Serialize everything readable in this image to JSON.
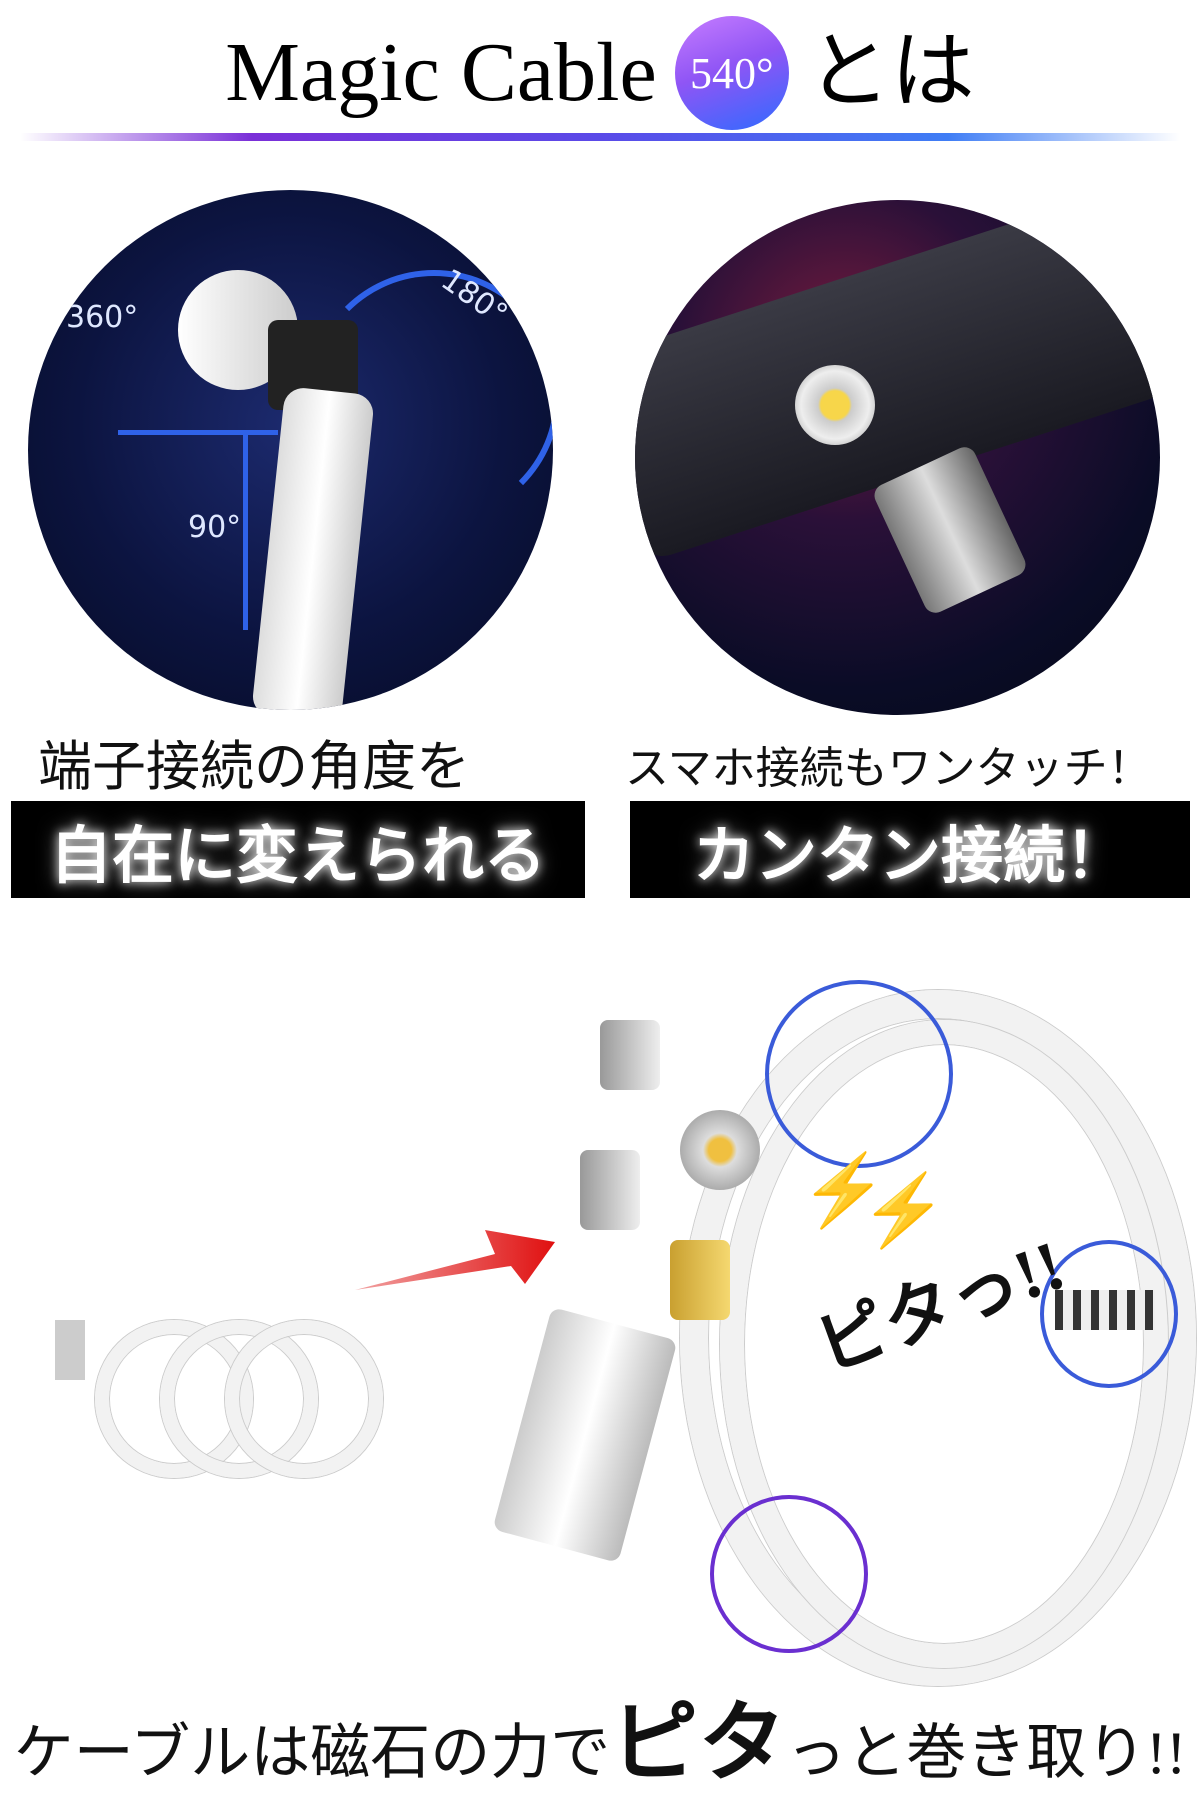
{
  "header": {
    "title_left": "Magic Cable",
    "badge": "540°",
    "title_right": "とは",
    "badge_colors": [
      "#c77dff",
      "#2f6bff"
    ]
  },
  "left_panel": {
    "angles": [
      "360°",
      "180°",
      "90°"
    ],
    "caption": "端子接続の角度を",
    "highlight": "自在に変えられる"
  },
  "right_panel": {
    "caption": "スマホ接続もワンタッチ！",
    "highlight": "カンタン接続！"
  },
  "bottom_panel": {
    "callout": "ピタっ!!",
    "caption_before": "ケーブルは磁石の力で",
    "caption_emphasis": "ピタ",
    "caption_after": "っと巻き取り!!",
    "arrow_color": "#e01010",
    "ring_colors": [
      "#3a5bd9",
      "#6a2fd0"
    ]
  }
}
